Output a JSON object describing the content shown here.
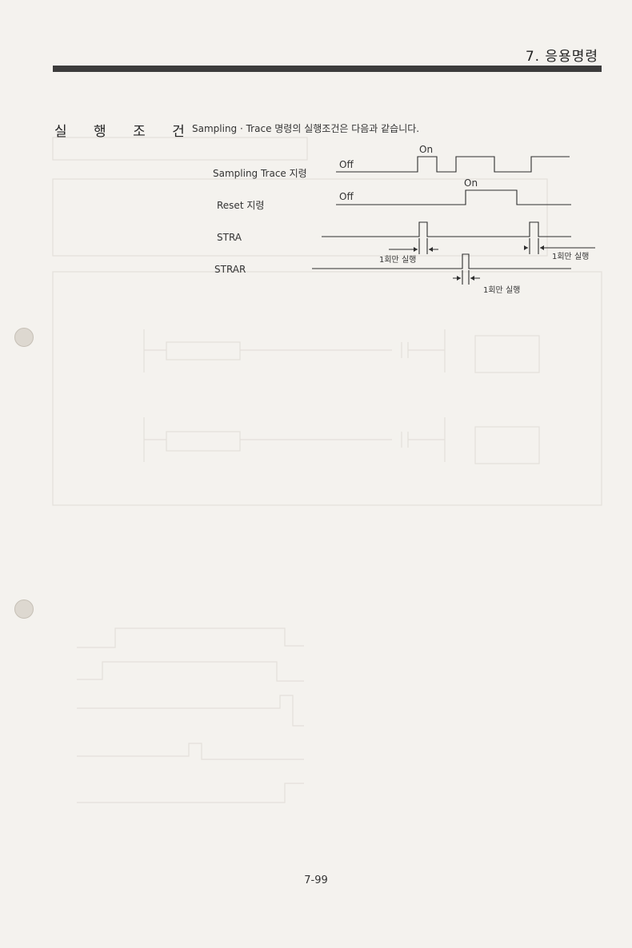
{
  "header": {
    "chapter": "7. 응용명령"
  },
  "section": {
    "title": "실 행 조 건",
    "intro": "Sampling · Trace 명령의 실행조건은 다음과 같습니다."
  },
  "diagram": {
    "signals": [
      {
        "label": "Sampling Trace 지령",
        "off_label": "Off",
        "on_label": "On"
      },
      {
        "label": "Reset 지령",
        "off_label": "Off",
        "on_label": "On"
      },
      {
        "label": "STRA"
      },
      {
        "label": "STRAR"
      }
    ],
    "once_label": "1회만 실행"
  },
  "footer": {
    "page_number": "7-99"
  }
}
